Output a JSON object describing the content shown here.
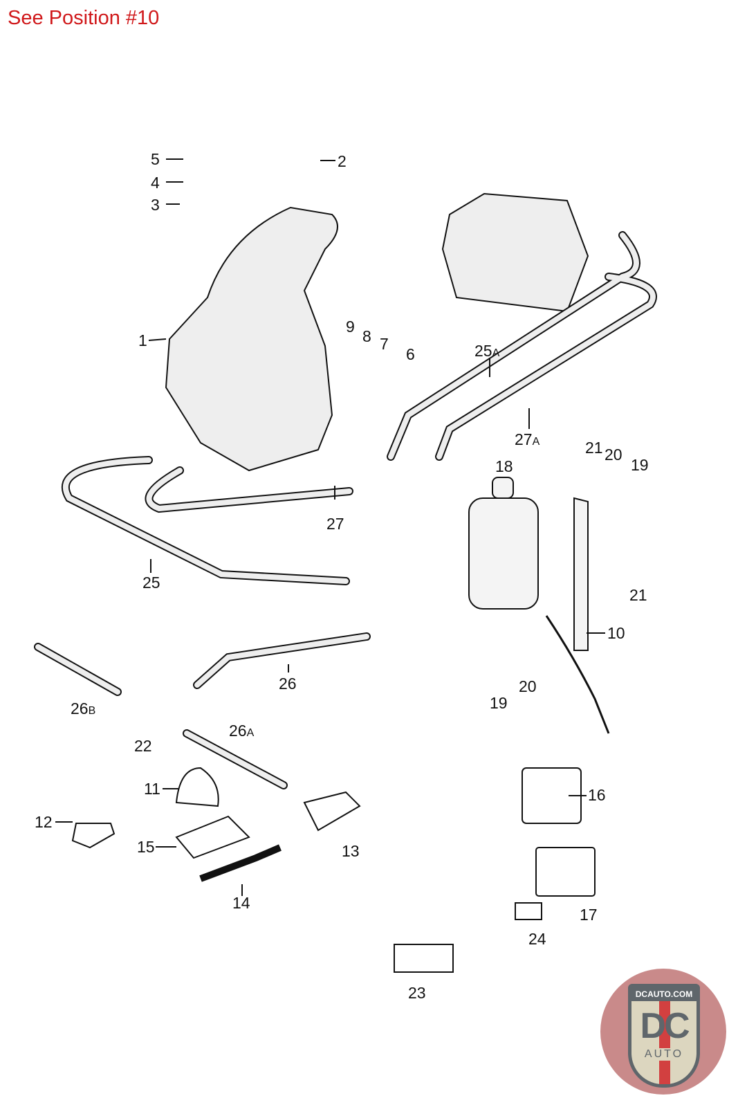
{
  "header": {
    "note": "See Position #10"
  },
  "colors": {
    "note": "#d0181a",
    "line": "#111111",
    "hose_fill": "#e8e8e8"
  },
  "callouts": [
    {
      "id": "1",
      "label": "1"
    },
    {
      "id": "2",
      "label": "2"
    },
    {
      "id": "3",
      "label": "3"
    },
    {
      "id": "4",
      "label": "4"
    },
    {
      "id": "5",
      "label": "5"
    },
    {
      "id": "6",
      "label": "6"
    },
    {
      "id": "7",
      "label": "7"
    },
    {
      "id": "8",
      "label": "8"
    },
    {
      "id": "9",
      "label": "9"
    },
    {
      "id": "10",
      "label": "10"
    },
    {
      "id": "11",
      "label": "11"
    },
    {
      "id": "12",
      "label": "12"
    },
    {
      "id": "13",
      "label": "13"
    },
    {
      "id": "14",
      "label": "14"
    },
    {
      "id": "15",
      "label": "15"
    },
    {
      "id": "16",
      "label": "16"
    },
    {
      "id": "17",
      "label": "17"
    },
    {
      "id": "18",
      "label": "18"
    },
    {
      "id": "19a",
      "label": "19"
    },
    {
      "id": "19b",
      "label": "19"
    },
    {
      "id": "20a",
      "label": "20"
    },
    {
      "id": "20b",
      "label": "20"
    },
    {
      "id": "21a",
      "label": "21"
    },
    {
      "id": "21b",
      "label": "21"
    },
    {
      "id": "22",
      "label": "22"
    },
    {
      "id": "23",
      "label": "23"
    },
    {
      "id": "24",
      "label": "24"
    },
    {
      "id": "25",
      "label": "25"
    },
    {
      "id": "25A",
      "label": "25",
      "suffix": "A"
    },
    {
      "id": "26",
      "label": "26"
    },
    {
      "id": "26A",
      "label": "26",
      "suffix": "A"
    },
    {
      "id": "26B",
      "label": "26",
      "suffix": "B"
    },
    {
      "id": "27",
      "label": "27"
    },
    {
      "id": "27A",
      "label": "27",
      "suffix": "A"
    }
  ],
  "logo": {
    "site": "DCAUTO.COM",
    "mark": "DC",
    "sub": "AUTO"
  }
}
